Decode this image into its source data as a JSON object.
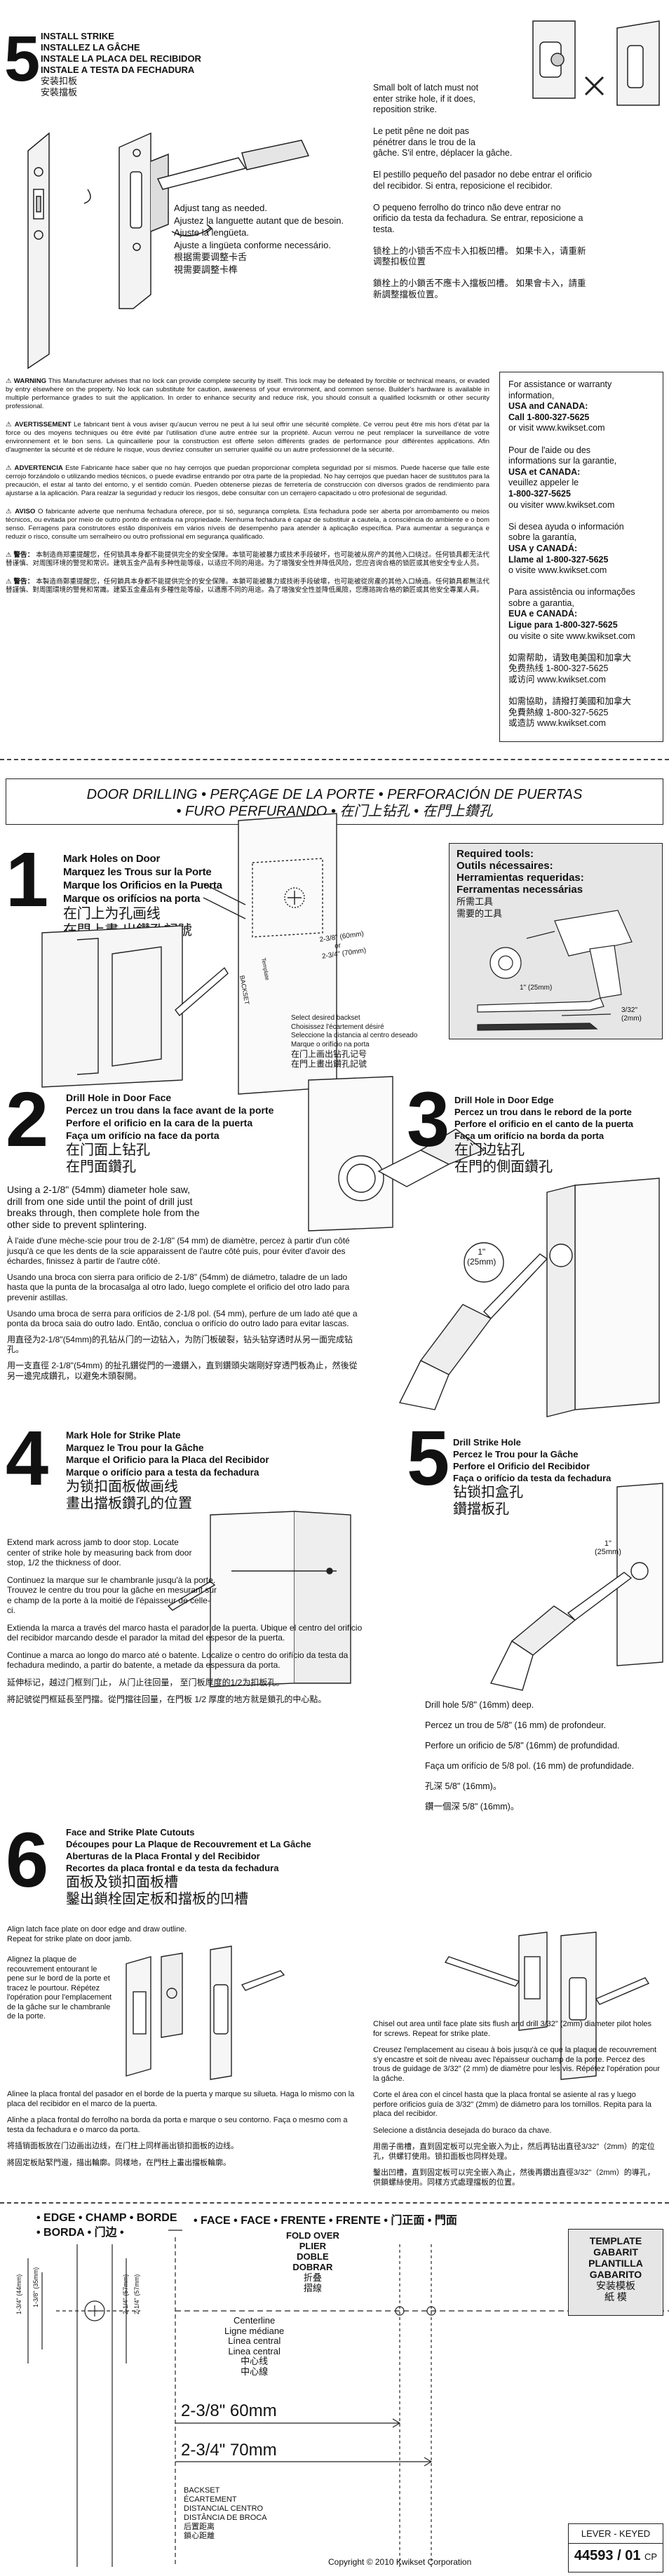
{
  "step5_strike": {
    "number": "5",
    "title_lines": [
      "INSTALL STRIKE",
      "INSTALLEZ LA GÂCHE",
      "INSTALE LA PLACA DEL RECIBIDOR",
      "INSTALE A TESTA DA FECHADURA",
      "安装扣板",
      "安裝擋板"
    ],
    "adjust_lines": [
      "Adjust tang as needed.",
      "Ajustez la languette autant que de besoin.",
      "Ajuste la lengüeta.",
      "Ajuste a lingüeta conforme necessário.",
      "根据需要调整卡舌",
      "視需要調整卡榫"
    ],
    "latch_lines": [
      "Small bolt of latch must not",
      "enter strike hole, if it does,",
      "reposition strike.",
      "",
      "Le petit pêne ne doit pas",
      "pénétrer dans le trou de la",
      "gâche.  S'il entre, déplacer la gâche.",
      "",
      "El pestillo pequeño del pasador no debe entrar el orificio",
      "del recibidor.  Si entra, reposicione el recibidor.",
      "",
      "O pequeno ferrolho do trinco não deve entrar no",
      "orificio da testa da fechadura.  Se entrar, reposicione a",
      "testa.",
      "",
      "锁栓上的小锁舌不应卡入扣板凹槽。 如果卡入，请重新",
      "调整扣板位置",
      "",
      "鎖栓上的小鎖舌不應卡入擋板凹槽。 如果會卡入，請重",
      "新調整擋板位置。"
    ]
  },
  "warnings": {
    "en_label": "WARNING",
    "en_text": "This Manufacturer advises that no lock can provide complete security by itself. This lock may be defeated by forcible or technical means, or evaded by entry elsewhere on the property. No lock can substitute for caution, awareness of your environment, and common sense. Builder's hardware is available in multiple performance grades to suit the application. In order to enhance security and reduce risk, you should consult a qualified locksmith or other security professional.",
    "fr_label": "AVERTISSEMENT",
    "fr_text": "Le fabricant tient à vous aviser qu'aucun verrou ne peut à lui seul offrir une sécurité complète. Ce verrou peut être mis hors d'état par la force ou des moyens techniques ou être évité par l'utilisation d'une autre entrée sur la propriété. Aucun verrou ne peut remplacer la surveillance de votre environnement et le bon sens. La quincaillerie pour la construction est offerte selon différents grades de performance pour différentes applications. Afin d'augmenter la sécurité et de réduire le risque, vous devriez consulter un serrurier qualifié ou un autre professionnel de la sécurité.",
    "es_label": "ADVERTENCIA",
    "es_text": "Este Fabricante hace saber que no hay cerrojos que puedan proporcionar completa seguridad por sí mismos.  Puede hacerse que falle este cerrojo forzándolo o utilizando medios técnicos, o puede evadirse entrando por otra parte de la propiedad. No hay cerrojos que puedan hacer de sustitutos para la precaución, el estar al tanto del entorno, y el sentido común.  Pueden obtenerse piezas de ferretería de construcción con diversos grados de rendimiento para ajustarse a la aplicación.  Para realzar la seguridad y reducir los riesgos, debe consultar con un cerrajero capacitado u otro profesional de seguridad.",
    "pt_label": "AVISO",
    "pt_text": "O fabricante adverte que nenhuma fechadura oferece, por si só, segurança completa. Esta fechadura pode ser aberta por arrombamento ou meios técnicos, ou evitada por meio de outro ponto de entrada na propriedade. Nenhuma fechadura é capaz de substituir a cautela, a consciência do ambiente e o bom senso. Ferragens para construtores estão disponíveis em vários níveis de desempenho para atender à aplicação específica. Para aumentar a segurança e reduzir o risco, consulte um serralheiro ou outro profissional em segurança qualificado.",
    "zh_label": "警告：",
    "zh_text": "本制造商郑重提醒您，任何锁具本身都不能提供完全的安全保障。本锁可能被暴力或技术手段破坏，也可能被从房产的其他入口绕过。任何锁具都无法代替谨慎、对周围环境的警觉和常识。建筑五金产品有多种性能等级，以适应不同的用途。为了增强安全性并降低风险，您应咨询合格的锁匠或其他安全专业人员。",
    "tw_label": "警告：",
    "tw_text": "本製造商鄭重提醒您，任何鎖具本身都不能提供完全的安全保障。本鎖可能被暴力或技術手段破壞，也可能被從房產的其他入口繞過。任何鎖具都無法代替謹慎、對周圍環境的警覺和常識。建築五金產品有多種性能等級，以適應不同的用途。為了增強安全性並降低風險，您應諮詢合格的鎖匠或其他安全專業人員。"
  },
  "contact": {
    "lines": [
      "For assistance or warranty",
      "information,",
      "USA and CANADA:",
      "Call 1-800-327-5625",
      "or visit www.kwikset.com",
      "",
      "Pour de l'aide ou des",
      "informations sur la garantie,",
      "USA et CANADA:",
      "veuillez appeler le",
      "1-800-327-5625",
      "ou visiter www.kwikset.com",
      "",
      "Si desea ayuda o información",
      "sobre la garantía,",
      "USA y CANADÁ:",
      "Llame al 1-800-327-5625",
      "o visite www.kwikset.com",
      "",
      "Para assistência ou informações",
      "sobre a garantia,",
      "EUA e CANADÁ:",
      "Ligue para 1-800-327-5625",
      "ou visite o site www.kwikset.com",
      "",
      "如需帮助，请致电美国和加拿大",
      "免费热线 1-800-327-5625",
      "或访问 www.kwikset.com",
      "",
      "如需協助，請撥打美國和加拿大",
      "免費熱線 1-800-327-5625",
      "或造訪 www.kwikset.com"
    ]
  },
  "door_drilling_header": {
    "line1": "DOOR DRILLING • PERÇAGE DE LA PORTE • PERFORACIÓN DE PUERTAS",
    "line2": "• FURO PERFURANDO • 在门上钻孔 • 在門上鑽孔"
  },
  "step1": {
    "number": "1",
    "title_lines": [
      "Mark Holes on Door",
      "Marquez les Trous sur la Porte",
      "Marque los Orificios en la Puerta",
      "Marque os orifícios na porta",
      "在门上为孔画线",
      "在門上畫 出鑽孔記號"
    ],
    "dims": [
      "2-3/8\" (60mm)",
      "or",
      "2-3/4\" (70mm)"
    ],
    "backset_label": "BACKSET",
    "backset_caption_lines": [
      "Select desired backset",
      "Choisissez l'écartement désiré",
      "Seleccione la distancia al centro deseado",
      "Marque o orifício na porta",
      "在门上画出钻孔记号",
      "在門上畫出鑽孔記號"
    ],
    "template_label": "Template"
  },
  "tools": {
    "title_lines": [
      "Required tools:",
      "Outils nécessaires:",
      "Herramientas requeridas:",
      "Ferramentas necessárias",
      "所需工具",
      "需要的工具"
    ],
    "sizes": [
      "1\" (25mm)",
      "3/32\"",
      "(2mm)"
    ]
  },
  "step2": {
    "number": "2",
    "title_lines": [
      "Drill Hole in Door Face",
      "Percez un trou dans la face avant de la porte",
      "Perfore el orificio en la cara de la puerta",
      "Faça um orifício na face da porta",
      "在门面上钻孔",
      "在門面鑽孔"
    ],
    "body": [
      "Using a 2-1/8\" (54mm) diameter hole saw, drill from one side until the point of drill just breaks through, then complete hole from the other side to prevent splintering.",
      "À l'aide d'une mèche-scie pour trou de 2-1/8\" (54 mm) de diamètre, percez à partir d'un côté jusqu'à ce que les dents de la scie apparaissent de l'autre côté puis, pour éviter d'avoir des échardes, finissez à partir de l'autre côté.",
      "Usando una broca con sierra para orificio de 2-1/8\" (54mm) de diámetro, taladre de un lado hasta que la punta de la brocasalga al otro lado, luego complete el orificio del otro lado para prevenir astillas.",
      "Usando uma broca de serra para orifícios de 2-1/8 pol. (54 mm), perfure de um lado até que a ponta da broca saia do outro lado. Então, conclua o orifício do outro lado para evitar lascas.",
      "用直径为2-1/8\"(54mm)的孔钻从门的一边钻入，为防门板破裂，钻头钻穿透时从另一面完成钻孔。",
      "用一支直徑 2-1/8\"(54mm) 的扯孔鑽從門的一邊鑽入，直到鑽頭尖端剛好穿透門板為止，然後從另一邊完成鑽孔，以避免木頭裂開。"
    ]
  },
  "step3": {
    "number": "3",
    "title_lines": [
      "Drill Hole in Door Edge",
      "Percez un trou dans le rebord de la porte",
      "Perfore el orificio en el canto de la puerta",
      "Faça um orifício na borda da porta",
      "在门边钻孔",
      "在門的側面鑽孔"
    ],
    "dim": "1\"",
    "dim2": "(25mm)"
  },
  "step4": {
    "number": "4",
    "title_lines": [
      "Mark Hole for Strike Plate",
      "Marquez le Trou pour la Gâche",
      "Marque el Orificio para la Placa del Recibidor",
      "Marque o orifício para a testa da fechadura",
      "为锁扣面板做画线",
      "畫出擋板鑽孔的位置"
    ],
    "body": [
      "Extend mark across jamb to door stop. Locate center of strike hole by measuring back from door stop, 1/2 the thickness of door.",
      "Continuez la marque sur le chambranle jusqu'à la porte. Trouvez le centre du trou pour la gâche en mesurant sur e champ de la porte à la moitié de l'épaisseur de celle-ci.",
      "Extienda la marca a través del marco hasta el parador de la puerta. Ubique el centro del orificio del recibidor marcando desde el parador la mitad del espesor de la puerta.",
      "Continue a marca ao longo do marco até o batente. Localize o centro do orifício da testa da fechadura medindo, a partir do batente, a metade da espessura da porta.",
      "延伸标记，越过门框到门止， 从门止往回量， 至门板厚度的1/2为扣板孔。",
      "將記號從門框延長至門擋。從門擋往回量，在門板 1/2 厚度的地方就是鎖孔的中心點。"
    ]
  },
  "step5_drill": {
    "number": "5",
    "title_lines": [
      "Drill Strike Hole",
      "Percez le Trou pour la Gâche",
      "Perfore el Orificio del Recibidor",
      "Faça o orifício da testa da fechadura",
      "钻锁扣盒孔",
      "鑽擋板孔"
    ],
    "dim": "1\"",
    "dim2": "(25mm)",
    "body": [
      "Drill hole 5/8\" (16mm) deep.",
      "Percez un trou de 5/8\" (16 mm) de profondeur.",
      "Perfore un orificio de 5/8\" (16mm) de profundidad.",
      "Faça um orifício de 5/8 pol. (16 mm) de profundidade.",
      "孔深 5/8\" (16mm)。",
      "鑽一個深 5/8\" (16mm)。"
    ]
  },
  "step6": {
    "number": "6",
    "title_lines": [
      "Face and Strike Plate Cutouts",
      "Découpes pour La Plaque de Recouvrement et La Gâche",
      "Aberturas de la Placa Frontal y del Recibidor",
      "Recortes da placa frontal e da testa da fechadura",
      "面板及锁扣面板槽",
      "鑿出鎖栓固定板和擋板的凹槽"
    ],
    "left_body": [
      "Align latch face plate on door edge and draw outline. Repeat for strike plate on door jamb.",
      "Alignez la plaque de recouvrement entourant le pene sur le bord de la porte et tracez le pourtour. Répétez l'opération pour l'emplacement de la gâche sur le chambranle de la porte."
    ],
    "left_body2": [
      "Alinee la placa frontal del pasador en el borde de la puerta y marque su silueta. Haga lo mismo con la placa del recibidor en el marco de la puerta.",
      "Alinhe a placa frontal do ferrolho na borda da porta e marque o seu contorno. Faça o mesmo com a testa da fechadura e o marco da porta.",
      "将插销面板放在门边画出边线，在门柱上同样画出锁扣面板的边线。",
      "將固定板貼緊門邊，描出輪廓。同樣地，在門柱上畫出擋板輪廓。"
    ],
    "right_body": [
      "Chisel out area until face plate sits flush and drill 3/32\" (2mm) diameter pilot holes for screws. Repeat for strike plate.",
      "Creusez l'emplacement au ciseau à bois jusqu'à ce que la plaque de recouvrement s'y encastre et soit de niveau avec l'épaisseur ouchamp de la porte. Percez des trous de guidage de 3/32\" (2 mm) de diamètre pour les vis. Répétez l'opération pour la gâche.",
      "Corte el área con el cincel hasta que la placa frontal se asiente al ras y luego perfore orificios guía de 3/32\" (2mm) de diámetro para los tornillos. Repita para la placa del recibidor.",
      "Selecione a distância desejada do buraco da chave.",
      "用凿子凿槽，直到固定板可以完全嵌入为止，然后再钻出直径3/32\"（2mm）的定位孔，供螺钉使用。锁扣面板也同样处理。",
      "鑿出凹槽，直到固定板可以完全嵌入為止，然後再鑽出直徑3/32\"（2mm）的導孔，供鎖螺絲使用。同樣方式處理擋板的位置。"
    ]
  },
  "template": {
    "edge_header": "• EDGE • CHAMP • BORDE",
    "edge_header2": "• BORDA • 门边 •",
    "face_header": "• FACE • FACE • FRENTE • FRENTE • 门正面 • 門面",
    "fold_lines": [
      "FOLD OVER",
      "PLIER",
      "DOBLE",
      "DOBRAR",
      "折叠",
      "摺線"
    ],
    "centerline_lines": [
      "Centerline",
      "Ligne médiane",
      "Línea central",
      "Linea central",
      "中心线",
      "中心線"
    ],
    "dim_60": "2-3/8\" 60mm",
    "dim_70": "2-3/4\" 70mm",
    "backset_lines": [
      "BACKSET",
      "ÉCARTEMENT",
      "DISTANCIAL CENTRO",
      "DISTÂNCIA DE BROCA",
      "后置距离",
      "鎖心距離"
    ],
    "edge_dims": [
      "1-3/4\" (44mm)",
      "1-3/8\" (35mm)",
      "2-1/4\" (57mm)",
      "2-1/4\" (57mm)"
    ],
    "template_lines": [
      "TEMPLATE",
      "GABARIT",
      "PLANTILLA",
      "GABARITO",
      "安装模板",
      "紙 模"
    ],
    "copyright": "Copyright © 2010 Kwikset Corporation",
    "lever_keyed": "LEVER - KEYED",
    "part_number": "44593 / 01",
    "part_suffix": "CP"
  }
}
